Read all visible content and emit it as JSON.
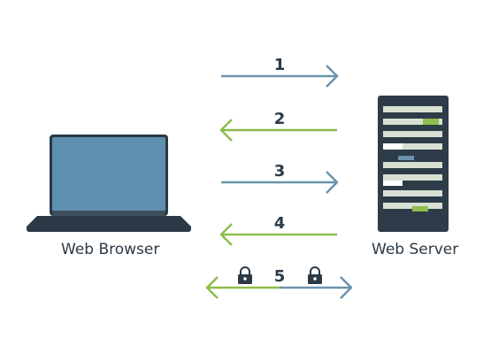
{
  "client": {
    "label": "Web Browser"
  },
  "server": {
    "label": "Web Server"
  },
  "steps": [
    {
      "number": "1",
      "direction": "to-server"
    },
    {
      "number": "2",
      "direction": "to-client"
    },
    {
      "number": "3",
      "direction": "to-server"
    },
    {
      "number": "4",
      "direction": "to-client"
    },
    {
      "number": "5",
      "direction": "both",
      "encrypted": true
    }
  ],
  "colors": {
    "request": "#6b93ad",
    "response": "#8dbd4c",
    "dark": "#2b3a46",
    "screen": "#5f8fae",
    "server_body": "#2d3c48",
    "server_slot": "#d7e0d3"
  },
  "icons": {
    "lock": "padlock-icon"
  }
}
